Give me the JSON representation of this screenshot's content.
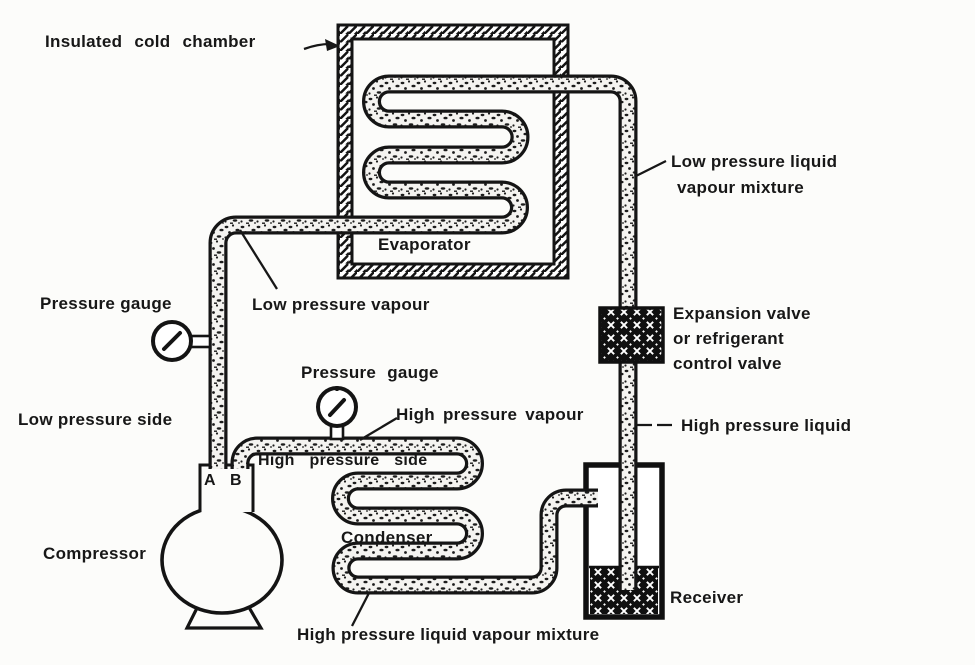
{
  "labels": {
    "insulated_cold_chamber": "Insulated cold chamber",
    "evaporator": "Evaporator",
    "low_pressure_liquid_mixture_line1": "Low pressure liquid",
    "low_pressure_liquid_mixture_line2": "vapour mixture",
    "pressure_gauge_low": "Pressure gauge",
    "low_pressure_vapour": "Low pressure vapour",
    "expansion_valve_line1": "Expansion valve",
    "expansion_valve_line2": "or refrigerant",
    "expansion_valve_line3": "control valve",
    "pressure_gauge_high": "Pressure gauge",
    "low_pressure_side": "Low pressure side",
    "high_pressure_vapour": "High pressure vapour",
    "high_pressure_side": "High pressure side",
    "high_pressure_liquid": "High pressure liquid",
    "compressor": "Compressor",
    "condenser": "Condenser",
    "receiver": "Receiver",
    "high_pressure_liquid_vapour_mixture": "High pressure liquid vapour mixture",
    "port_a": "A",
    "port_b": "B"
  },
  "colors": {
    "ink": "#171717",
    "paper": "#fcfcfa"
  }
}
